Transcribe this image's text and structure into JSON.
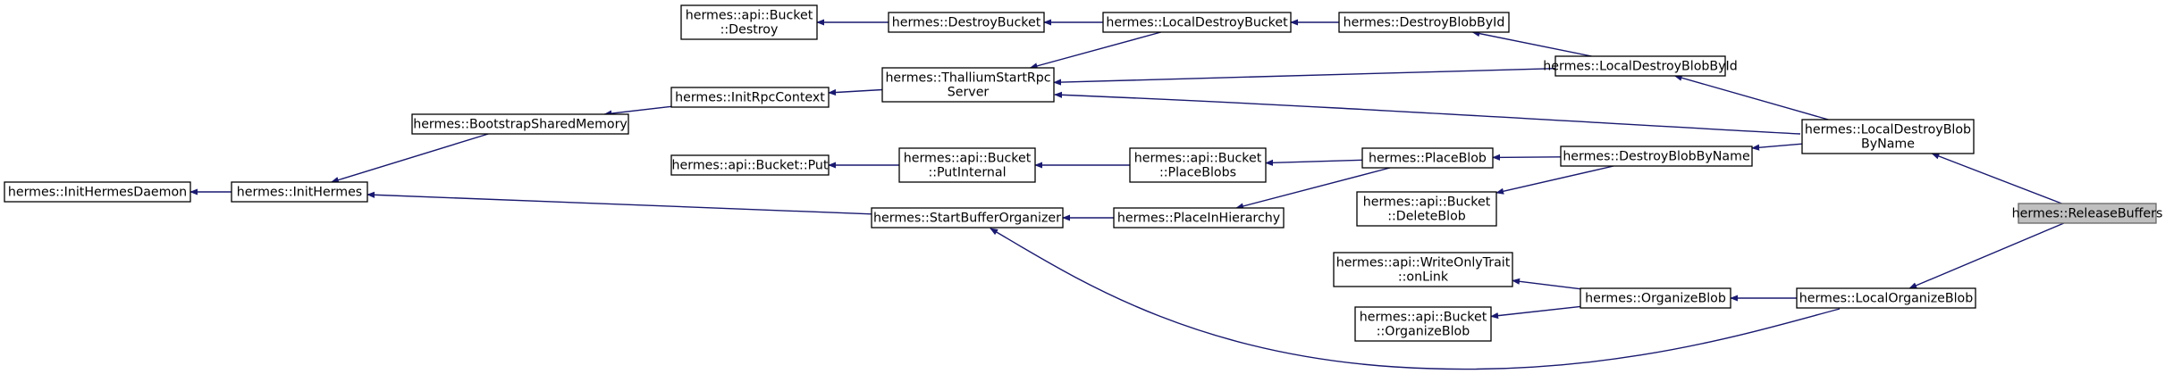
{
  "nodes": [
    {
      "id": "n_release",
      "name": "node-release-buffers",
      "lines": [
        "hermes::ReleaseBuffers"
      ],
      "highlight": true
    },
    {
      "id": "n_ldbbn",
      "name": "node-local-destroy-blob-by-name",
      "lines": [
        "hermes::LocalDestroyBlob",
        "ByName"
      ]
    },
    {
      "id": "n_lob",
      "name": "node-local-organize-blob",
      "lines": [
        "hermes::LocalOrganizeBlob"
      ]
    },
    {
      "id": "n_ldbbi",
      "name": "node-local-destroy-blob-by-id",
      "lines": [
        "hermes::LocalDestroyBlobById"
      ]
    },
    {
      "id": "n_dbbn",
      "name": "node-destroy-blob-by-name",
      "lines": [
        "hermes::DestroyBlobByName"
      ]
    },
    {
      "id": "n_ob",
      "name": "node-organize-blob",
      "lines": [
        "hermes::OrganizeBlob"
      ]
    },
    {
      "id": "n_dbbi",
      "name": "node-destroy-blob-by-id",
      "lines": [
        "hermes::DestroyBlobById"
      ]
    },
    {
      "id": "n_pb",
      "name": "node-place-blob",
      "lines": [
        "hermes::PlaceBlob"
      ]
    },
    {
      "id": "n_delb",
      "name": "node-api-bucket-delete-blob",
      "lines": [
        "hermes::api::Bucket",
        "::DeleteBlob"
      ]
    },
    {
      "id": "n_wol",
      "name": "node-api-write-only-trait-on-link",
      "lines": [
        "hermes::api::WriteOnlyTrait",
        "::onLink"
      ]
    },
    {
      "id": "n_aob",
      "name": "node-api-bucket-organize-blob",
      "lines": [
        "hermes::api::Bucket",
        "::OrganizeBlob"
      ]
    },
    {
      "id": "n_ldb",
      "name": "node-local-destroy-bucket",
      "lines": [
        "hermes::LocalDestroyBucket"
      ]
    },
    {
      "id": "n_tsrs",
      "name": "node-thallium-start-rpc-server",
      "lines": [
        "hermes::ThalliumStartRpc",
        "Server"
      ]
    },
    {
      "id": "n_apbs",
      "name": "node-api-bucket-place-blobs",
      "lines": [
        "hermes::api::Bucket",
        "::PlaceBlobs"
      ]
    },
    {
      "id": "n_pih",
      "name": "node-place-in-hierarchy",
      "lines": [
        "hermes::PlaceInHierarchy"
      ]
    },
    {
      "id": "n_db",
      "name": "node-destroy-bucket",
      "lines": [
        "hermes::DestroyBucket"
      ]
    },
    {
      "id": "n_irc",
      "name": "node-init-rpc-context",
      "lines": [
        "hermes::InitRpcContext"
      ]
    },
    {
      "id": "n_api",
      "name": "node-api-bucket-put-internal",
      "lines": [
        "hermes::api::Bucket",
        "::PutInternal"
      ]
    },
    {
      "id": "n_sbo",
      "name": "node-start-buffer-organizer",
      "lines": [
        "hermes::StartBufferOrganizer"
      ]
    },
    {
      "id": "n_abd",
      "name": "node-api-bucket-destroy",
      "lines": [
        "hermes::api::Bucket",
        "::Destroy"
      ]
    },
    {
      "id": "n_bsm",
      "name": "node-bootstrap-shared-memory",
      "lines": [
        "hermes::BootstrapSharedMemory"
      ]
    },
    {
      "id": "n_abp",
      "name": "node-api-bucket-put",
      "lines": [
        "hermes::api::Bucket::Put"
      ]
    },
    {
      "id": "n_ih",
      "name": "node-init-hermes",
      "lines": [
        "hermes::InitHermes"
      ]
    },
    {
      "id": "n_ihd",
      "name": "node-init-hermes-daemon",
      "lines": [
        "hermes::InitHermesDaemon"
      ]
    }
  ],
  "edges": [
    {
      "from": "n_ldbbn",
      "to": "n_release"
    },
    {
      "from": "n_lob",
      "to": "n_release"
    },
    {
      "from": "n_ldbbi",
      "to": "n_ldbbn"
    },
    {
      "from": "n_dbbn",
      "to": "n_ldbbn"
    },
    {
      "from": "n_tsrs",
      "to": "n_ldbbn"
    },
    {
      "from": "n_ob",
      "to": "n_lob"
    },
    {
      "from": "n_sbo",
      "to": "n_lob"
    },
    {
      "from": "n_dbbi",
      "to": "n_ldbbi"
    },
    {
      "from": "n_tsrs",
      "to": "n_ldbbi"
    },
    {
      "from": "n_pb",
      "to": "n_dbbn"
    },
    {
      "from": "n_delb",
      "to": "n_dbbn"
    },
    {
      "from": "n_wol",
      "to": "n_ob"
    },
    {
      "from": "n_aob",
      "to": "n_ob"
    },
    {
      "from": "n_ldb",
      "to": "n_dbbi"
    },
    {
      "from": "n_apbs",
      "to": "n_pb"
    },
    {
      "from": "n_pih",
      "to": "n_pb"
    },
    {
      "from": "n_db",
      "to": "n_ldb"
    },
    {
      "from": "n_tsrs",
      "to": "n_ldb"
    },
    {
      "from": "n_irc",
      "to": "n_tsrs"
    },
    {
      "from": "n_api",
      "to": "n_apbs"
    },
    {
      "from": "n_sbo",
      "to": "n_pih"
    },
    {
      "from": "n_abd",
      "to": "n_db"
    },
    {
      "from": "n_bsm",
      "to": "n_irc"
    },
    {
      "from": "n_abp",
      "to": "n_api"
    },
    {
      "from": "n_ih",
      "to": "n_sbo"
    },
    {
      "from": "n_ih",
      "to": "n_bsm"
    },
    {
      "from": "n_ihd",
      "to": "n_ih"
    }
  ]
}
